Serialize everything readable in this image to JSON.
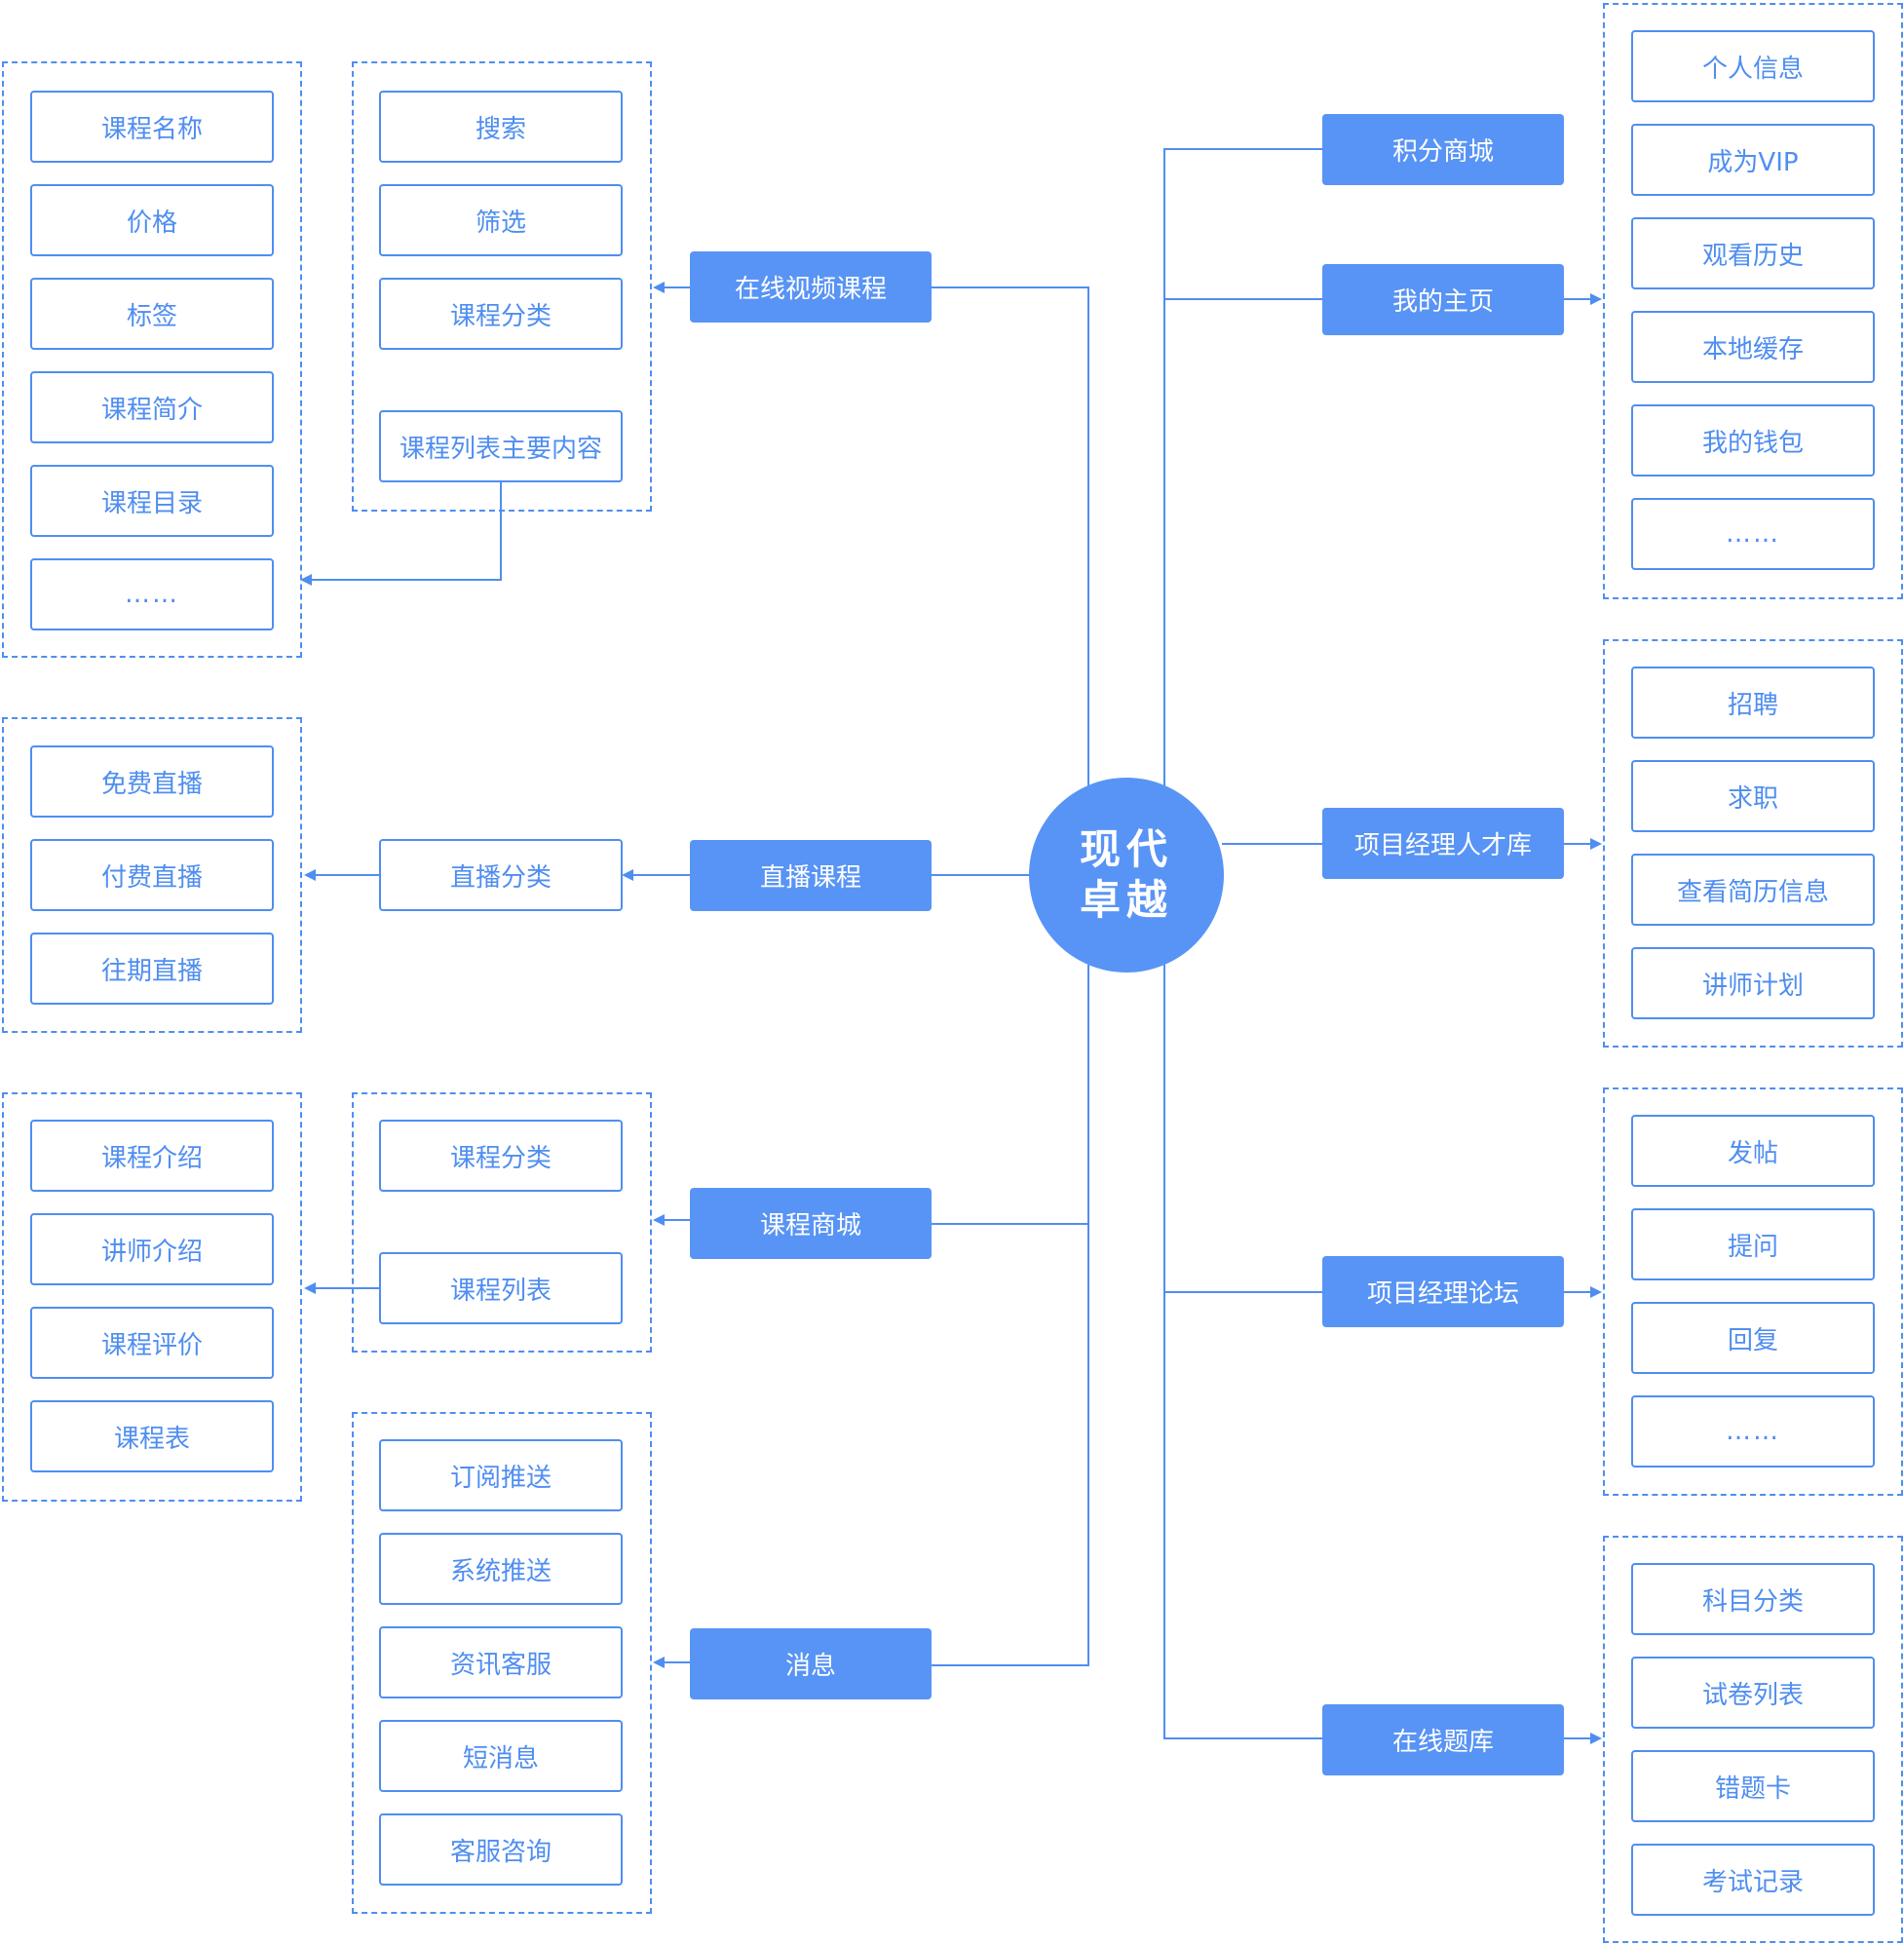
{
  "center": {
    "line1": "现代",
    "line2": "卓越"
  },
  "colors": {
    "accent": "#5894f5",
    "border": "#4f8ef0",
    "text_on_accent": "#ffffff"
  },
  "left": {
    "online_video": {
      "hub": "在线视频课程",
      "tools": [
        "搜索",
        "筛选",
        "课程分类"
      ],
      "list_main": "课程列表主要内容",
      "details": [
        "课程名称",
        "价格",
        "标签",
        "课程简介",
        "课程目录",
        "……"
      ]
    },
    "live": {
      "hub": "直播课程",
      "category": "直播分类",
      "items": [
        "免费直播",
        "付费直播",
        "往期直播"
      ]
    },
    "mall": {
      "hub": "课程商城",
      "items": [
        "课程分类",
        "课程列表"
      ],
      "details": [
        "课程介绍",
        "讲师介绍",
        "课程评价",
        "课程表"
      ]
    },
    "message": {
      "hub": "消息",
      "items": [
        "订阅推送",
        "系统推送",
        "资讯客服",
        "短消息",
        "客服咨询"
      ]
    }
  },
  "right": {
    "points_mall": {
      "hub": "积分商城"
    },
    "my_home": {
      "hub": "我的主页",
      "items": [
        "个人信息",
        "成为VIP",
        "观看历史",
        "本地缓存",
        "我的钱包",
        "……"
      ]
    },
    "talent": {
      "hub": "项目经理人才库",
      "items": [
        "招聘",
        "求职",
        "查看简历信息",
        "讲师计划"
      ]
    },
    "forum": {
      "hub": "项目经理论坛",
      "items": [
        "发帖",
        "提问",
        "回复",
        "……"
      ]
    },
    "question_bank": {
      "hub": "在线题库",
      "items": [
        "科目分类",
        "试卷列表",
        "错题卡",
        "考试记录"
      ]
    }
  }
}
